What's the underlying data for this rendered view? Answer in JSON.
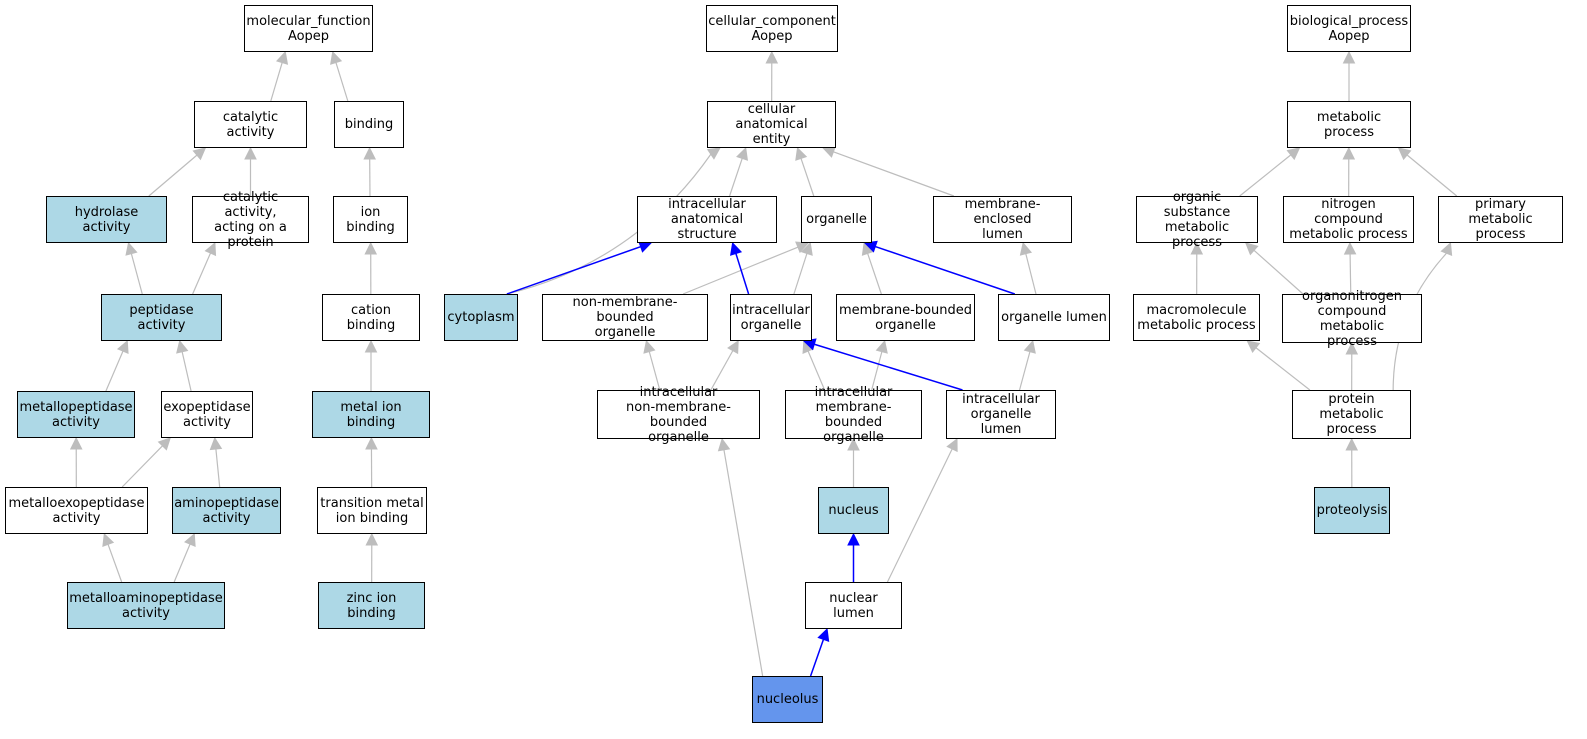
{
  "colors": {
    "plain_fill": "#ffffff",
    "annotated_fill": "#add8e6",
    "focus_fill": "#6495ed",
    "gray_edge": "#bdbdbd",
    "blue_edge": "#0000ff",
    "border": "#000000"
  },
  "nodes": [
    {
      "id": "mf",
      "label": "molecular_function\nAopep",
      "kind": "plain"
    },
    {
      "id": "catalytic",
      "label": "catalytic activity",
      "kind": "plain"
    },
    {
      "id": "binding",
      "label": "binding",
      "kind": "plain"
    },
    {
      "id": "hydrolase",
      "label": "hydrolase activity",
      "kind": "annotated"
    },
    {
      "id": "cat_protein",
      "label": "catalytic activity,\nacting on a\nprotein",
      "kind": "plain"
    },
    {
      "id": "ion_binding",
      "label": "ion binding",
      "kind": "plain"
    },
    {
      "id": "peptidase",
      "label": "peptidase activity",
      "kind": "annotated"
    },
    {
      "id": "cation",
      "label": "cation binding",
      "kind": "plain"
    },
    {
      "id": "metallopep",
      "label": "metallopeptidase\nactivity",
      "kind": "annotated"
    },
    {
      "id": "exopep",
      "label": "exopeptidase\nactivity",
      "kind": "plain"
    },
    {
      "id": "metal_ion",
      "label": "metal ion binding",
      "kind": "annotated"
    },
    {
      "id": "metalloexo",
      "label": "metalloexopeptidase\nactivity",
      "kind": "plain"
    },
    {
      "id": "aminopep",
      "label": "aminopeptidase\nactivity",
      "kind": "annotated"
    },
    {
      "id": "transition",
      "label": "transition metal\nion binding",
      "kind": "plain"
    },
    {
      "id": "metalloamino",
      "label": "metalloaminopeptidase\nactivity",
      "kind": "annotated"
    },
    {
      "id": "zinc",
      "label": "zinc ion binding",
      "kind": "annotated"
    },
    {
      "id": "cc",
      "label": "cellular_component\nAopep",
      "kind": "plain"
    },
    {
      "id": "cae",
      "label": "cellular anatomical\nentity",
      "kind": "plain"
    },
    {
      "id": "ias",
      "label": "intracellular\nanatomical structure",
      "kind": "plain"
    },
    {
      "id": "organelle",
      "label": "organelle",
      "kind": "plain"
    },
    {
      "id": "mel",
      "label": "membrane-enclosed\nlumen",
      "kind": "plain"
    },
    {
      "id": "cytoplasm",
      "label": "cytoplasm",
      "kind": "annotated"
    },
    {
      "id": "nmbo",
      "label": "non-membrane-bounded\norganelle",
      "kind": "plain"
    },
    {
      "id": "io",
      "label": "intracellular\norganelle",
      "kind": "plain"
    },
    {
      "id": "mbo",
      "label": "membrane-bounded\norganelle",
      "kind": "plain"
    },
    {
      "id": "ol",
      "label": "organelle lumen",
      "kind": "plain"
    },
    {
      "id": "inmbo",
      "label": "intracellular\nnon-membrane-bounded\norganelle",
      "kind": "plain"
    },
    {
      "id": "imbo",
      "label": "intracellular\nmembrane-bounded\norganelle",
      "kind": "plain"
    },
    {
      "id": "iol",
      "label": "intracellular\norganelle lumen",
      "kind": "plain"
    },
    {
      "id": "nucleus",
      "label": "nucleus",
      "kind": "annotated"
    },
    {
      "id": "nlumen",
      "label": "nuclear lumen",
      "kind": "plain"
    },
    {
      "id": "nucleolus",
      "label": "nucleolus",
      "kind": "focus"
    },
    {
      "id": "bp",
      "label": "biological_process\nAopep",
      "kind": "plain"
    },
    {
      "id": "metabolic",
      "label": "metabolic process",
      "kind": "plain"
    },
    {
      "id": "osmp",
      "label": "organic substance\nmetabolic process",
      "kind": "plain"
    },
    {
      "id": "ncmp",
      "label": "nitrogen compound\nmetabolic process",
      "kind": "plain"
    },
    {
      "id": "pmp",
      "label": "primary metabolic\nprocess",
      "kind": "plain"
    },
    {
      "id": "mmp",
      "label": "macromolecule\nmetabolic process",
      "kind": "plain"
    },
    {
      "id": "oncmp",
      "label": "organonitrogen\ncompound metabolic\nprocess",
      "kind": "plain"
    },
    {
      "id": "protmp",
      "label": "protein metabolic\nprocess",
      "kind": "plain"
    },
    {
      "id": "proteolysis",
      "label": "proteolysis",
      "kind": "annotated"
    }
  ],
  "edges": [
    {
      "from": "catalytic",
      "to": "mf",
      "kind": "gray"
    },
    {
      "from": "binding",
      "to": "mf",
      "kind": "gray"
    },
    {
      "from": "hydrolase",
      "to": "catalytic",
      "kind": "gray"
    },
    {
      "from": "cat_protein",
      "to": "catalytic",
      "kind": "gray"
    },
    {
      "from": "ion_binding",
      "to": "binding",
      "kind": "gray"
    },
    {
      "from": "peptidase",
      "to": "hydrolase",
      "kind": "gray"
    },
    {
      "from": "peptidase",
      "to": "cat_protein",
      "kind": "gray"
    },
    {
      "from": "cation",
      "to": "ion_binding",
      "kind": "gray"
    },
    {
      "from": "metallopep",
      "to": "peptidase",
      "kind": "gray"
    },
    {
      "from": "exopep",
      "to": "peptidase",
      "kind": "gray"
    },
    {
      "from": "metal_ion",
      "to": "cation",
      "kind": "gray"
    },
    {
      "from": "metalloexo",
      "to": "metallopep",
      "kind": "gray"
    },
    {
      "from": "metalloexo",
      "to": "exopep",
      "kind": "gray"
    },
    {
      "from": "aminopep",
      "to": "exopep",
      "kind": "gray"
    },
    {
      "from": "transition",
      "to": "metal_ion",
      "kind": "gray"
    },
    {
      "from": "metalloamino",
      "to": "metalloexo",
      "kind": "gray"
    },
    {
      "from": "metalloamino",
      "to": "aminopep",
      "kind": "gray"
    },
    {
      "from": "zinc",
      "to": "transition",
      "kind": "gray"
    },
    {
      "from": "cae",
      "to": "cc",
      "kind": "gray"
    },
    {
      "from": "ias",
      "to": "cae",
      "kind": "gray"
    },
    {
      "from": "organelle",
      "to": "cae",
      "kind": "gray"
    },
    {
      "from": "mel",
      "to": "cae",
      "kind": "gray"
    },
    {
      "from": "cytoplasm",
      "to": "cae",
      "kind": "gray",
      "curve": 1
    },
    {
      "from": "cytoplasm",
      "to": "ias",
      "kind": "blue"
    },
    {
      "from": "nmbo",
      "to": "organelle",
      "kind": "gray"
    },
    {
      "from": "io",
      "to": "organelle",
      "kind": "gray"
    },
    {
      "from": "io",
      "to": "ias",
      "kind": "blue"
    },
    {
      "from": "mbo",
      "to": "organelle",
      "kind": "gray"
    },
    {
      "from": "ol",
      "to": "organelle",
      "kind": "blue"
    },
    {
      "from": "ol",
      "to": "mel",
      "kind": "gray"
    },
    {
      "from": "inmbo",
      "to": "nmbo",
      "kind": "gray"
    },
    {
      "from": "inmbo",
      "to": "io",
      "kind": "gray"
    },
    {
      "from": "imbo",
      "to": "io",
      "kind": "gray"
    },
    {
      "from": "imbo",
      "to": "mbo",
      "kind": "gray"
    },
    {
      "from": "iol",
      "to": "io",
      "kind": "blue"
    },
    {
      "from": "iol",
      "to": "ol",
      "kind": "gray"
    },
    {
      "from": "nucleus",
      "to": "imbo",
      "kind": "gray"
    },
    {
      "from": "nlumen",
      "to": "nucleus",
      "kind": "blue"
    },
    {
      "from": "nlumen",
      "to": "iol",
      "kind": "gray"
    },
    {
      "from": "nucleolus",
      "to": "nlumen",
      "kind": "blue"
    },
    {
      "from": "nucleolus",
      "to": "inmbo",
      "kind": "gray"
    },
    {
      "from": "metabolic",
      "to": "bp",
      "kind": "gray"
    },
    {
      "from": "osmp",
      "to": "metabolic",
      "kind": "gray"
    },
    {
      "from": "ncmp",
      "to": "metabolic",
      "kind": "gray"
    },
    {
      "from": "pmp",
      "to": "metabolic",
      "kind": "gray"
    },
    {
      "from": "mmp",
      "to": "osmp",
      "kind": "gray"
    },
    {
      "from": "oncmp",
      "to": "osmp",
      "kind": "gray"
    },
    {
      "from": "oncmp",
      "to": "ncmp",
      "kind": "gray"
    },
    {
      "from": "protmp",
      "to": "mmp",
      "kind": "gray"
    },
    {
      "from": "protmp",
      "to": "oncmp",
      "kind": "gray"
    },
    {
      "from": "protmp",
      "to": "pmp",
      "kind": "gray",
      "curve": -1
    },
    {
      "from": "proteolysis",
      "to": "protmp",
      "kind": "gray"
    }
  ]
}
